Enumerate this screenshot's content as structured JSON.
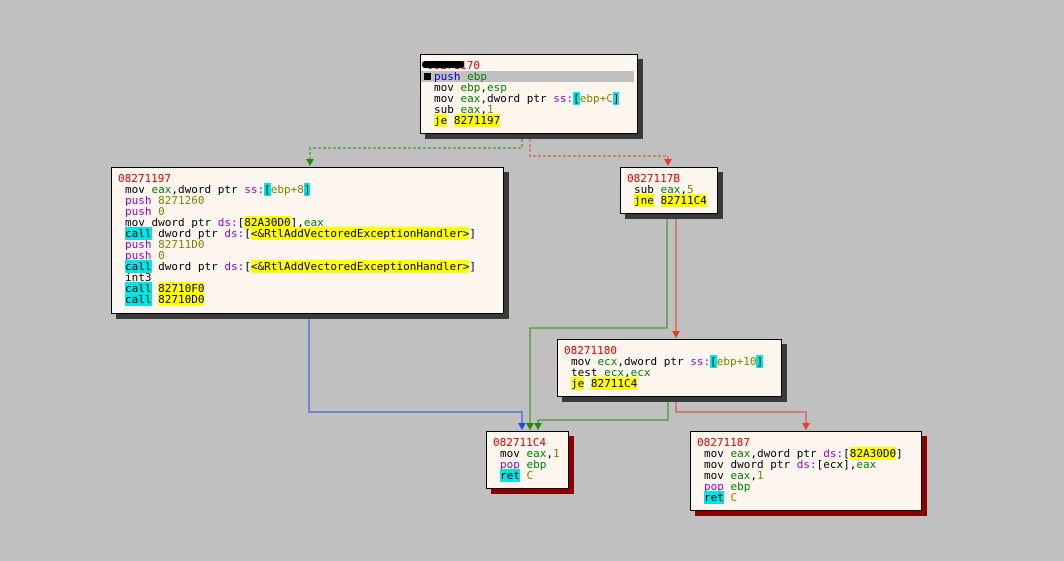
{
  "graph": {
    "blocks": [
      {
        "id": "b1",
        "address": "08271170",
        "lines": [
          {
            "mn": "push",
            "parts": [
              {
                "t": "ebp",
                "c": "reg"
              }
            ]
          },
          {
            "mn": "mov",
            "parts": [
              {
                "t": "ebp",
                "c": "reg"
              },
              {
                "t": ",",
                "c": "op"
              },
              {
                "t": "esp",
                "c": "reg"
              }
            ]
          },
          {
            "mn": "mov",
            "parts": [
              {
                "t": "eax",
                "c": "reg"
              },
              {
                "t": ",dword ptr ",
                "c": "op"
              },
              {
                "t": "ss:",
                "c": "seg"
              },
              {
                "t": "[",
                "c": "br"
              },
              {
                "t": "ebp+C",
                "c": "dis"
              },
              {
                "t": "]",
                "c": "br"
              }
            ]
          },
          {
            "mn": "sub",
            "parts": [
              {
                "t": "eax",
                "c": "reg"
              },
              {
                "t": ",",
                "c": "op"
              },
              {
                "t": "1",
                "c": "num"
              }
            ]
          },
          {
            "mn": "je",
            "mnStyle": "hl-yellow",
            "parts": [
              {
                "t": "8271197",
                "c": "yl"
              }
            ]
          }
        ]
      },
      {
        "id": "b2",
        "address": "08271197",
        "lines": [
          {
            "mn": "mov",
            "parts": [
              {
                "t": "eax",
                "c": "reg"
              },
              {
                "t": ",dword ptr ",
                "c": "op"
              },
              {
                "t": "ss:",
                "c": "seg"
              },
              {
                "t": "[",
                "c": "br"
              },
              {
                "t": "ebp+8",
                "c": "dis"
              },
              {
                "t": "]",
                "c": "br"
              }
            ]
          },
          {
            "mn": "push",
            "mnStyle": "purple",
            "parts": [
              {
                "t": "8271260",
                "c": "num"
              }
            ]
          },
          {
            "mn": "push",
            "mnStyle": "purple",
            "parts": [
              {
                "t": "0",
                "c": "num"
              }
            ]
          },
          {
            "mn": "mov",
            "parts": [
              {
                "t": "dword ptr ",
                "c": "op"
              },
              {
                "t": "ds:",
                "c": "seg"
              },
              {
                "t": "[",
                "c": "op"
              },
              {
                "t": "82A30D0",
                "c": "yl"
              },
              {
                "t": "],",
                "c": "op"
              },
              {
                "t": "eax",
                "c": "reg"
              }
            ]
          },
          {
            "mn": "call",
            "mnStyle": "hl-cyan",
            "parts": [
              {
                "t": "dword ptr ",
                "c": "op"
              },
              {
                "t": "ds:",
                "c": "seg"
              },
              {
                "t": "[",
                "c": "op"
              },
              {
                "t": "<&RtlAddVectoredExceptionHandler>",
                "c": "yl"
              },
              {
                "t": "]",
                "c": "op"
              }
            ]
          },
          {
            "mn": "push",
            "mnStyle": "purple",
            "parts": [
              {
                "t": "82711D0",
                "c": "num"
              }
            ]
          },
          {
            "mn": "push",
            "mnStyle": "purple",
            "parts": [
              {
                "t": "0",
                "c": "num"
              }
            ]
          },
          {
            "mn": "call",
            "mnStyle": "hl-cyan",
            "parts": [
              {
                "t": "dword ptr ",
                "c": "op"
              },
              {
                "t": "ds:",
                "c": "seg"
              },
              {
                "t": "[",
                "c": "op"
              },
              {
                "t": "<&RtlAddVectoredExceptionHandler>",
                "c": "yl"
              },
              {
                "t": "]",
                "c": "op"
              }
            ]
          },
          {
            "mn": "int3",
            "parts": []
          },
          {
            "mn": "call",
            "mnStyle": "hl-cyan",
            "parts": [
              {
                "t": "82710F0",
                "c": "yl"
              }
            ]
          },
          {
            "mn": "call",
            "mnStyle": "hl-cyan",
            "parts": [
              {
                "t": "82710D0",
                "c": "yl"
              }
            ]
          }
        ]
      },
      {
        "id": "b3",
        "address": "0827117B",
        "lines": [
          {
            "mn": "sub",
            "parts": [
              {
                "t": "eax",
                "c": "reg"
              },
              {
                "t": ",",
                "c": "op"
              },
              {
                "t": "5",
                "c": "num"
              }
            ]
          },
          {
            "mn": "jne",
            "mnStyle": "hl-yellow",
            "parts": [
              {
                "t": "82711C4",
                "c": "yl"
              }
            ]
          }
        ]
      },
      {
        "id": "b4",
        "address": "08271180",
        "lines": [
          {
            "mn": "mov",
            "parts": [
              {
                "t": "ecx",
                "c": "reg"
              },
              {
                "t": ",dword ptr ",
                "c": "op"
              },
              {
                "t": "ss:",
                "c": "seg"
              },
              {
                "t": "[",
                "c": "br"
              },
              {
                "t": "ebp+10",
                "c": "dis"
              },
              {
                "t": "]",
                "c": "br"
              }
            ]
          },
          {
            "mn": "test",
            "parts": [
              {
                "t": "ecx",
                "c": "reg"
              },
              {
                "t": ",",
                "c": "op"
              },
              {
                "t": "ecx",
                "c": "reg"
              }
            ]
          },
          {
            "mn": "je",
            "mnStyle": "hl-yellow",
            "parts": [
              {
                "t": "82711C4",
                "c": "yl"
              }
            ]
          }
        ]
      },
      {
        "id": "b5",
        "address": "082711C4",
        "lines": [
          {
            "mn": "mov",
            "parts": [
              {
                "t": "eax",
                "c": "reg"
              },
              {
                "t": ",",
                "c": "op"
              },
              {
                "t": "1",
                "c": "num"
              }
            ]
          },
          {
            "mn": "pop",
            "mnStyle": "purple",
            "parts": [
              {
                "t": "ebp",
                "c": "reg"
              }
            ]
          },
          {
            "mn": "ret",
            "mnStyle": "hl-cyan",
            "parts": [
              {
                "t": "C",
                "c": "num"
              }
            ]
          }
        ]
      },
      {
        "id": "b6",
        "address": "08271187",
        "lines": [
          {
            "mn": "mov",
            "parts": [
              {
                "t": "eax",
                "c": "reg"
              },
              {
                "t": ",dword ptr ",
                "c": "op"
              },
              {
                "t": "ds:",
                "c": "seg"
              },
              {
                "t": "[",
                "c": "op"
              },
              {
                "t": "82A30D0",
                "c": "yl"
              },
              {
                "t": "]",
                "c": "op"
              }
            ]
          },
          {
            "mn": "mov",
            "parts": [
              {
                "t": "dword ptr ",
                "c": "op"
              },
              {
                "t": "ds:",
                "c": "seg"
              },
              {
                "t": "[ecx],",
                "c": "op"
              },
              {
                "t": "eax",
                "c": "reg"
              }
            ]
          },
          {
            "mn": "mov",
            "parts": [
              {
                "t": "eax",
                "c": "reg"
              },
              {
                "t": ",",
                "c": "op"
              },
              {
                "t": "1",
                "c": "num"
              }
            ]
          },
          {
            "mn": "pop",
            "mnStyle": "purple",
            "parts": [
              {
                "t": "ebp",
                "c": "reg"
              }
            ]
          },
          {
            "mn": "ret",
            "mnStyle": "hl-cyan",
            "parts": [
              {
                "t": "C",
                "c": "num"
              }
            ]
          }
        ]
      }
    ],
    "edge_colors": {
      "taken": "#2a8a00",
      "not_taken": "#e23c2c",
      "unconditional": "#1a50e0"
    }
  }
}
